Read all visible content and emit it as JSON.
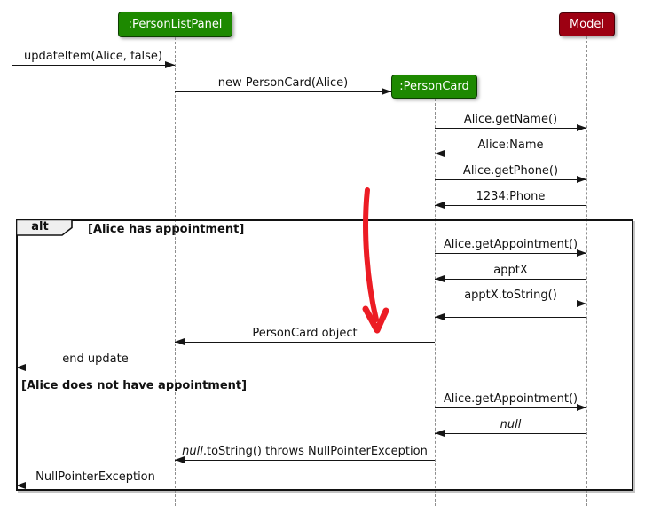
{
  "diagram": {
    "type": "uml-sequence-diagram",
    "participants": [
      {
        "id": "person-list-panel",
        "name": ":PersonListPanel",
        "color": "#1D8900"
      },
      {
        "id": "person-card",
        "name": ":PersonCard",
        "color": "#1D8900"
      },
      {
        "id": "model",
        "name": "Model",
        "color": "#9D0012"
      }
    ],
    "messages": {
      "update_item": "updateItem(Alice, false)",
      "new_person_card": "new PersonCard(Alice)",
      "get_name": "Alice.getName()",
      "return_name": "Alice:Name",
      "get_phone": "Alice.getPhone()",
      "return_phone": "1234:Phone",
      "get_appointment": "Alice.getAppointment()",
      "return_appt": "apptX",
      "appt_to_string": "apptX.toString()",
      "return_person_card": "PersonCard object",
      "end_update": "end update",
      "get_appointment_2": "Alice.getAppointment()",
      "return_null": "null",
      "null_to_string_italic": "null",
      "null_to_string_rest": ".toString() throws NullPointerException",
      "return_npe": "NullPointerException"
    },
    "alt_frame": {
      "operator": "alt",
      "guard_1": "[Alice has appointment]",
      "guard_2": "[Alice does not have appointment]"
    },
    "colors": {
      "ui_participant": "#1D8900",
      "model_participant": "#9D0012",
      "lifeline": "#8f8f8f",
      "message_line": "#151515",
      "annotation_arrow": "#EC1C24"
    }
  }
}
